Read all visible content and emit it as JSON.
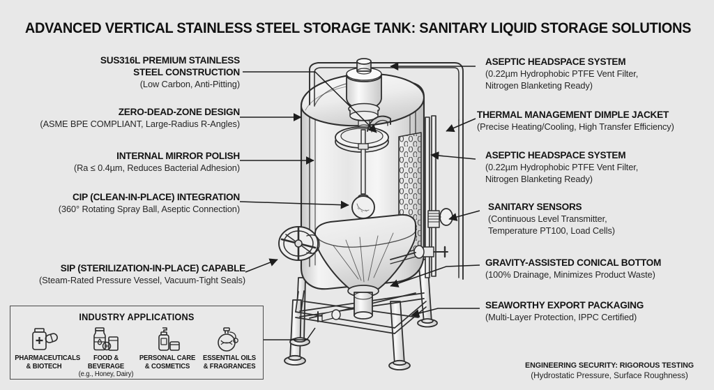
{
  "title": "ADVANCED VERTICAL STAINLESS STEEL STORAGE TANK: SANITARY LIQUID STORAGE SOLUTIONS",
  "colors": {
    "background": "#e8e8e8",
    "ink": "#1a1a1a",
    "line": "#333333",
    "metal_light": "#f2f2f2",
    "metal_mid": "#dcdcdc",
    "metal_dark": "#b8b8b8"
  },
  "callouts_left": [
    {
      "id": "sus316l-construction",
      "head": "SUS316L PREMIUM STAINLESS\nSTEEL CONSTRUCTION",
      "head_line1": "SUS316L PREMIUM STAINLESS",
      "head_line2": "STEEL CONSTRUCTION",
      "sub": "(Low Carbon, Anti-Pitting)"
    },
    {
      "id": "zero-dead-zone",
      "head_line1": "ZERO-DEAD-ZONE DESIGN",
      "sub": "(ASME BPE COMPLIANT, Large-Radius R-Angles)"
    },
    {
      "id": "internal-mirror-polish",
      "head_line1": "INTERNAL MIRROR POLISH",
      "sub": "(Ra ≤ 0.4µm, Reduces Bacterial Adhesion)"
    },
    {
      "id": "cip-integration",
      "head_line1": "CIP (CLEAN-IN-PLACE) INTEGRATION",
      "sub": "(360° Rotating Spray Ball, Aseptic Connection)"
    },
    {
      "id": "sip-capable",
      "head_line1": "SIP (STERILIZATION-IN-PLACE) CAPABLE",
      "sub": "(Steam-Rated Pressure Vessel, Vacuum-Tight Seals)"
    }
  ],
  "callouts_right": [
    {
      "id": "aseptic-headspace-top",
      "head_line1": "ASEPTIC HEADSPACE SYSTEM",
      "sub_line1": "(0.22µm Hydrophobic PTFE Vent Filter,",
      "sub_line2": "Nitrogen Blanketing Ready)"
    },
    {
      "id": "thermal-dimple-jacket",
      "head_line1": "THERMAL MANAGEMENT DIMPLE JACKET",
      "sub_line1": "(Precise Heating/Cooling, High Transfer Efficiency)",
      "sub_line2": ""
    },
    {
      "id": "aseptic-headspace-mid",
      "head_line1": "ASEPTIC HEADSPACE SYSTEM",
      "sub_line1": "(0.22µm Hydrophobic PTFE Vent Filter,",
      "sub_line2": "Nitrogen Blanketing Ready)"
    },
    {
      "id": "sanitary-sensors",
      "head_line1": "SANITARY SENSORS",
      "sub_line1": "(Continuous Level Transmitter,",
      "sub_line2": "Temperature PT100, Load Cells)"
    },
    {
      "id": "conical-bottom",
      "head_line1": "GRAVITY-ASSISTED CONICAL BOTTOM",
      "sub_line1": "(100% Drainage, Minimizes Product Waste)",
      "sub_line2": ""
    },
    {
      "id": "export-packaging",
      "head_line1": "SEAWORTHY EXPORT PACKAGING",
      "sub_line1": "(Multi-Layer Protection, IPPC Certified)",
      "sub_line2": ""
    }
  ],
  "industry": {
    "title": "INDUSTRY APPLICATIONS",
    "items": [
      {
        "icon": "pill-bottle-icon",
        "label_line1": "PHARMACEUTICALS",
        "label_line2": "& BIOTECH",
        "note": ""
      },
      {
        "icon": "honey-jar-icon",
        "label_line1": "FOOD & BEVERAGE",
        "label_line2": "",
        "note": "(e.g., Honey, Dairy)"
      },
      {
        "icon": "pump-bottle-icon",
        "label_line1": "PERSONAL CARE",
        "label_line2": "& COSMETICS",
        "note": ""
      },
      {
        "icon": "perfume-flask-icon",
        "label_line1": "ESSENTIAL OILS",
        "label_line2": "& FRAGRANCES",
        "note": ""
      }
    ]
  },
  "footer": {
    "head": "ENGINEERING SECURITY: RIGOROUS TESTING",
    "sub": "(Hydrostatic Pressure, Surface Roughness)"
  }
}
